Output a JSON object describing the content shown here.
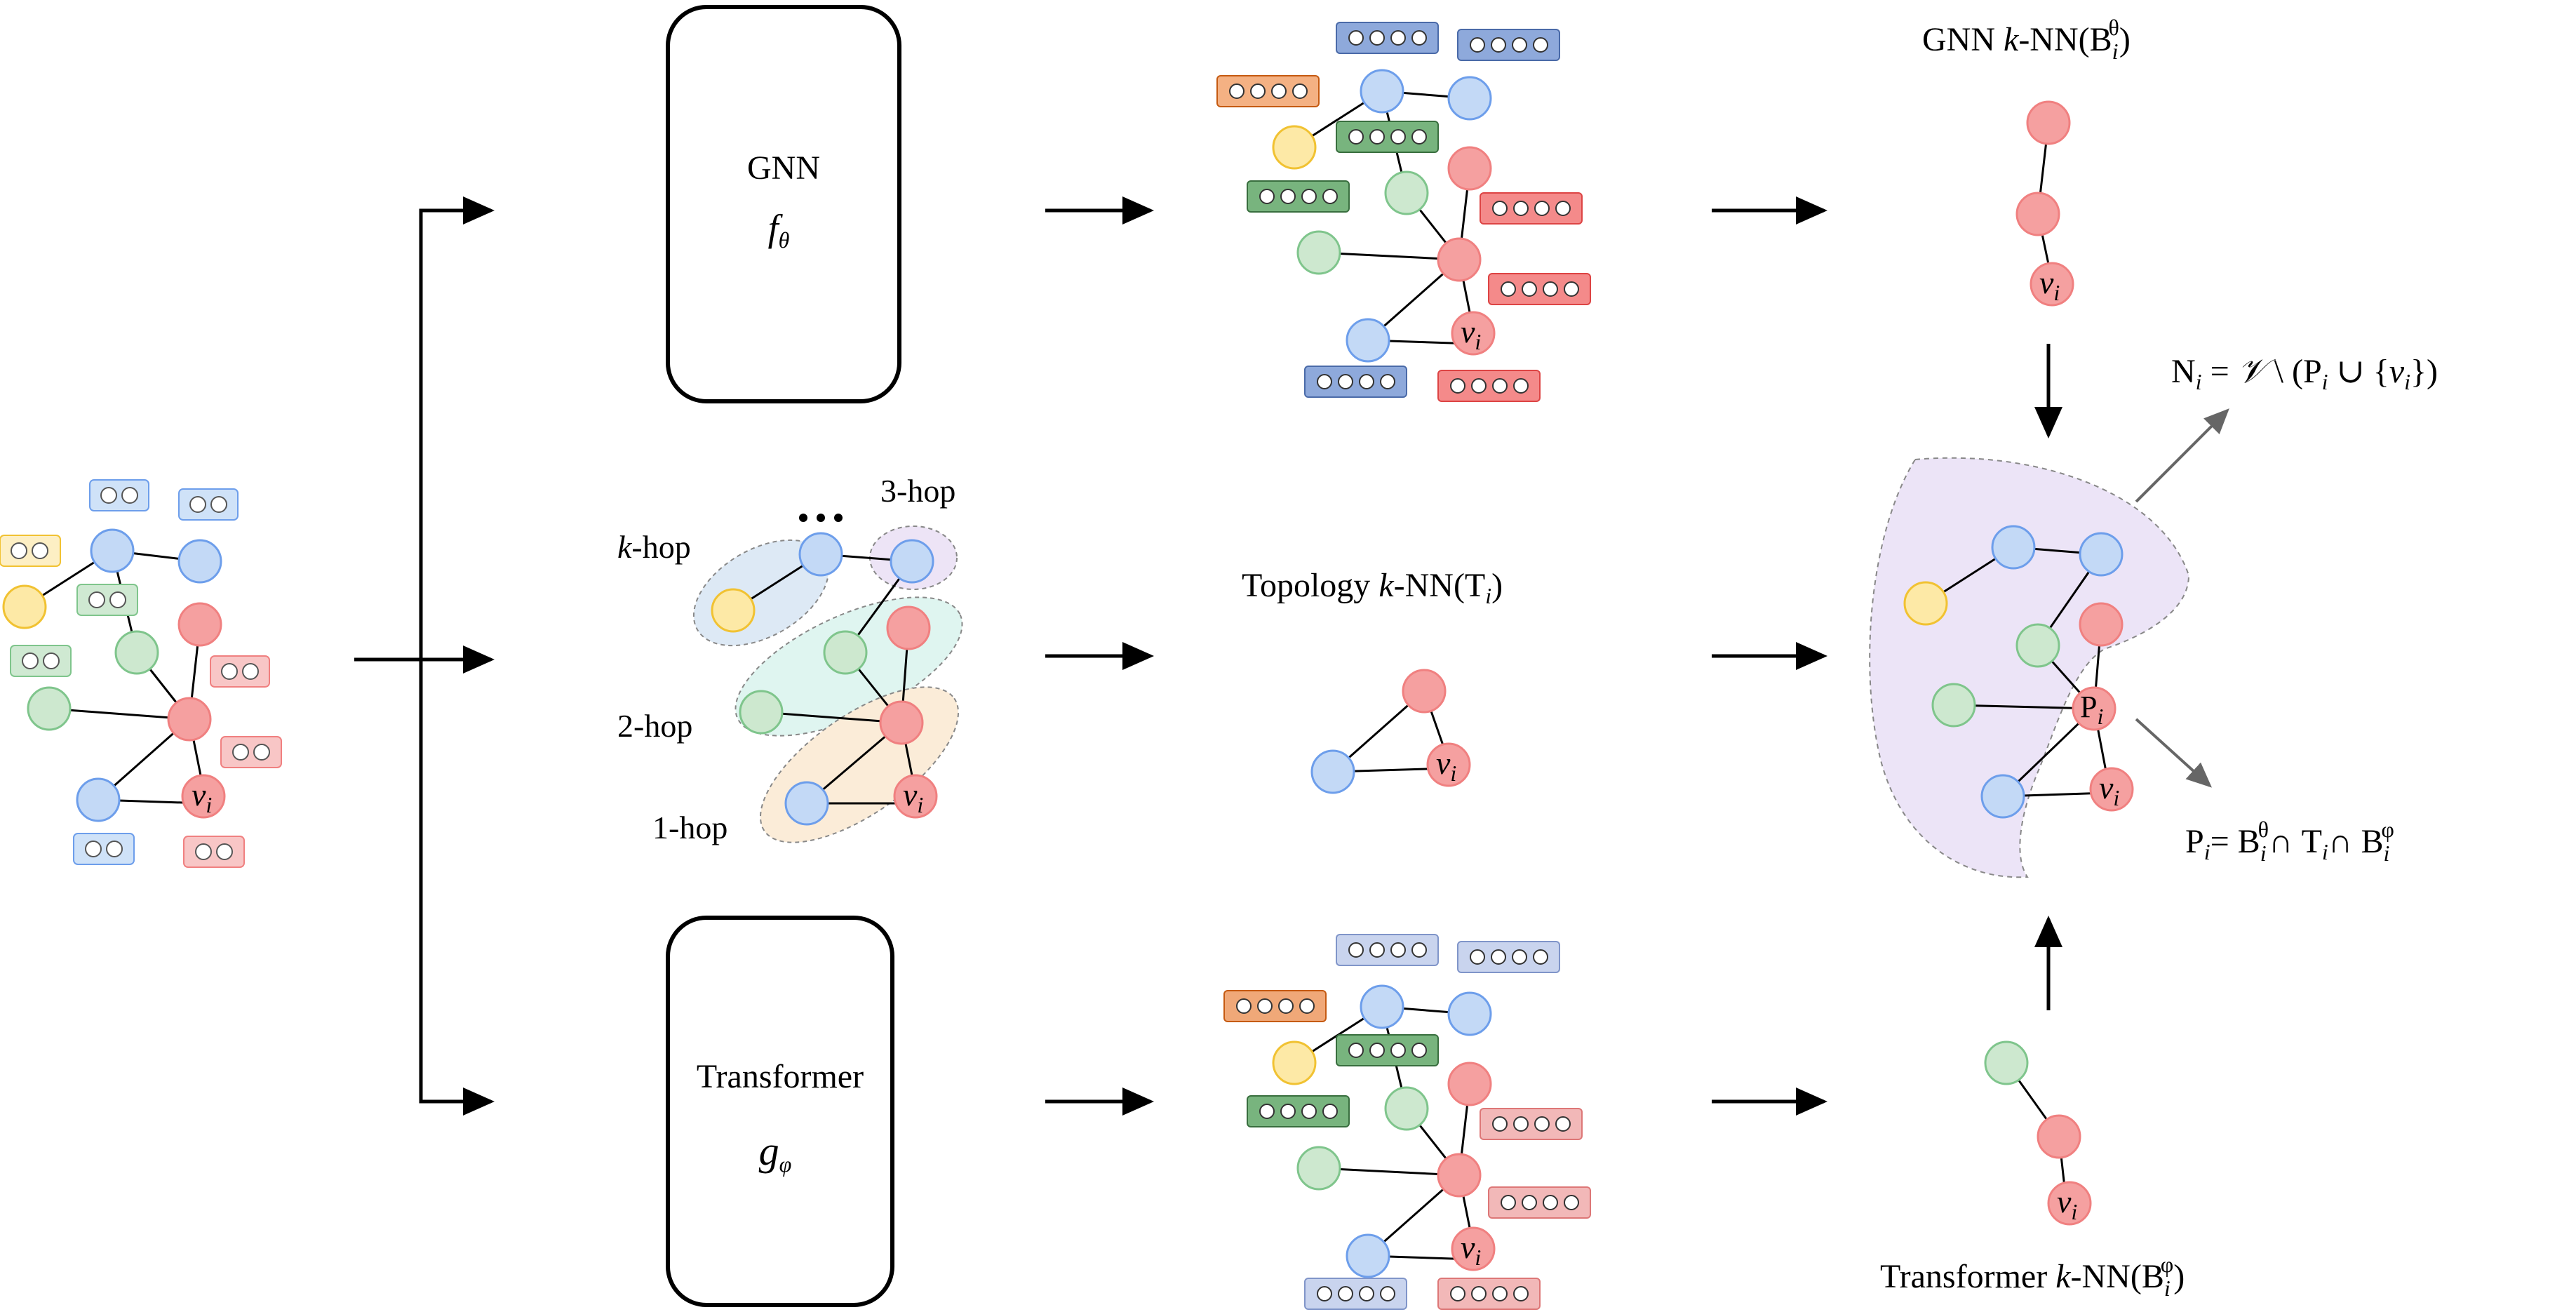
{
  "colors": {
    "node_blue": "#c3d9f6",
    "node_blue_stroke": "#6d9eeb",
    "node_green": "#cde8cf",
    "node_green_stroke": "#7fc58c",
    "node_yellow": "#fde9a6",
    "node_yellow_stroke": "#f1c232",
    "node_red": "#f5a0a0",
    "node_red_stroke": "#f08080",
    "hull_purple": "#ece4f7"
  },
  "models": {
    "gnn_name": "GNN",
    "gnn_symbol": "f",
    "gnn_sub": "θ",
    "transformer_name": "Transformer",
    "transformer_symbol": "g",
    "transformer_sub": "φ"
  },
  "hops": {
    "k_italic": "k",
    "k_rest": "-hop",
    "three": "3-hop",
    "two": "2-hop",
    "one": "1-hop"
  },
  "titles": {
    "gnn_knn_prefix": "GNN ",
    "k": "k",
    "knn_mid": "-NN(B",
    "theta": "θ",
    "close": ")",
    "i": "i",
    "topology_prefix": "Topology ",
    "topology_mid": "-NN(T",
    "transformer_prefix": "Transformer ",
    "phi": "φ"
  },
  "labels": {
    "v": "v",
    "i": "i",
    "P": "P"
  },
  "formulas": {
    "n_main": "N",
    "n_eq": " = ",
    "n_setV": "𝒱",
    "n_rest1": " \\ (P",
    "n_union": " ∪ {",
    "n_rest2": "})",
    "p_main": "P",
    "p_eq": "= B",
    "p_cap1": "∩ T",
    "p_cap2": "∩ B"
  }
}
